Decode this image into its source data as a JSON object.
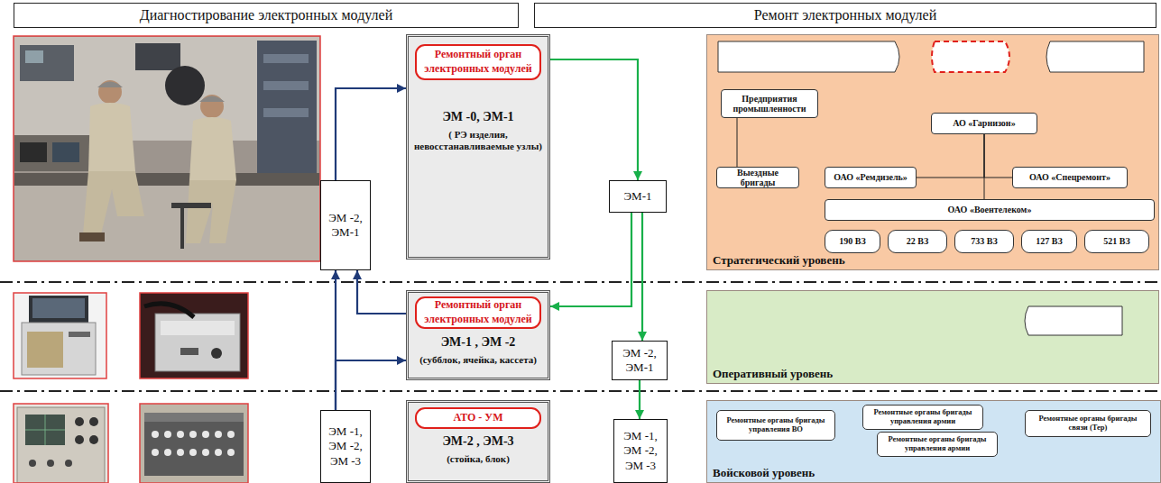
{
  "diagram": {
    "nodes": [
      {
        "text": [
          "Диагностирование электронных модулей"
        ]
      },
      {
        "text": [
          "Ремонт электронных модулей"
        ]
      },
      {
        "text": [
          "ЭМ -0, ЭМ-1",
          "( РЭ изделия, невосстанавливаемые узлы)"
        ]
      },
      {
        "text": [
          "Ремонтный орган электронных модулей"
        ],
        "in": 2
      },
      {
        "text": [
          "Стратегический уровень"
        ]
      },
      {
        "text": [
          "Предприятия промышленности"
        ],
        "in": 4
      },
      {
        "text": [
          "АО «Гарнизон»"
        ],
        "in": 4
      },
      {
        "text": [
          "Выездные бригады"
        ],
        "in": 4
      },
      {
        "text": [
          "ОАО «Ремдизель»"
        ],
        "in": 4
      },
      {
        "text": [
          "ОАО «Спецремонт»"
        ],
        "in": 4
      },
      {
        "text": [
          "ОАО «Воентелеком»"
        ],
        "in": 4
      },
      {
        "text": [
          "190 ВЗ"
        ],
        "in": 4
      },
      {
        "text": [
          "22 ВЗ"
        ],
        "in": 4
      },
      {
        "text": [
          "733 ВЗ"
        ],
        "in": 4
      },
      {
        "text": [
          "127 ВЗ"
        ],
        "in": 4
      },
      {
        "text": [
          "521 ВЗ"
        ],
        "in": 4
      },
      {
        "text": [
          "ЭМ -2, ЭМ-1"
        ]
      },
      {
        "text": [
          "ЭМ-1"
        ]
      },
      {
        "text": [
          "ЭМ-1 , ЭМ -2",
          "(субблок, ячейка, кассета)"
        ]
      },
      {
        "text": [
          "Ремонтный орган электронных модулей"
        ],
        "in": 18
      },
      {
        "text": [
          "ЭМ -2, ЭМ-1"
        ]
      },
      {
        "text": [
          "Оперативный уровень"
        ]
      },
      {
        "text": [
          "ЭМ -1, ЭМ -2, ЭМ -3"
        ]
      },
      {
        "text": [
          "ЭМ-2 , ЭМ-3",
          "(стойка, блок)"
        ]
      },
      {
        "text": [
          "АТО - УМ"
        ],
        "in": 23
      },
      {
        "text": [
          "ЭМ -1, ЭМ -2, ЭМ -3"
        ]
      },
      {
        "text": [
          "Войсковой уровень"
        ]
      },
      {
        "text": [
          "Ремонтные органы бригады управления ВО"
        ],
        "in": 26
      },
      {
        "text": [
          "Ремонтные органы бригады управления армии"
        ],
        "in": 26
      },
      {
        "text": [
          "Ремонтные органы бригады управления армии"
        ],
        "in": 26
      },
      {
        "text": [
          "Ремонтные органы бригады связи (Тер)"
        ],
        "in": 26
      }
    ],
    "edges": [
      {
        "from": 22,
        "to": 16,
        "arrow": "to"
      },
      {
        "from": 16,
        "to": 2,
        "arrow": "to"
      },
      {
        "from": 18,
        "to": 16,
        "arrow": "to"
      },
      {
        "from": 22,
        "to": 18,
        "arrow": "to"
      },
      {
        "from": 2,
        "to": 17,
        "arrow": "to"
      },
      {
        "from": 17,
        "to": 18,
        "arrow": "to"
      },
      {
        "from": 17,
        "to": 20,
        "arrow": "to"
      },
      {
        "from": 20,
        "to": 25,
        "arrow": "to"
      },
      {
        "from": 5,
        "to": 7,
        "arrow": "none"
      },
      {
        "from": 6,
        "to": 8,
        "arrow": "none"
      },
      {
        "from": 6,
        "to": 9,
        "arrow": "none"
      },
      {
        "from": 6,
        "to": 10,
        "arrow": "none"
      }
    ]
  }
}
